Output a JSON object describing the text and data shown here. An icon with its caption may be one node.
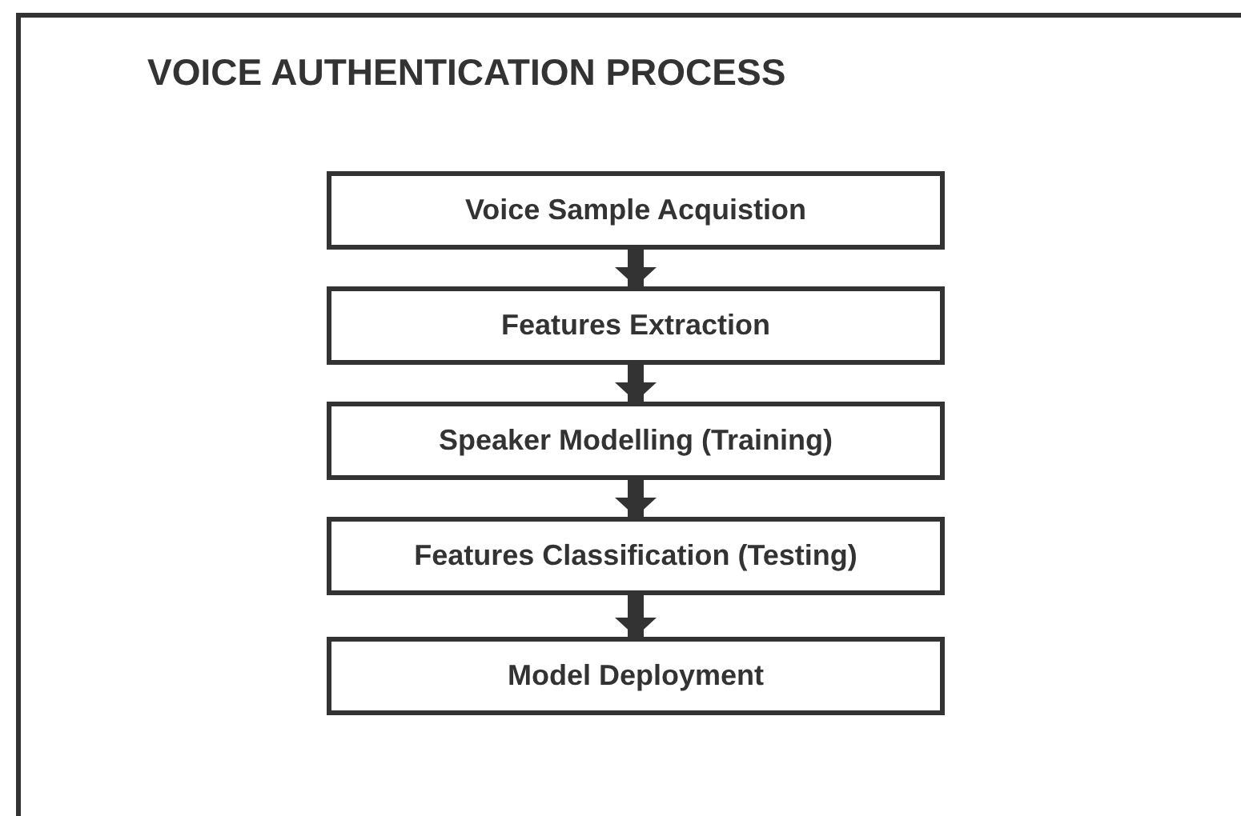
{
  "diagram": {
    "title": "VOICE AUTHENTICATION PROCESS",
    "nodes": [
      {
        "text": [
          "Voice Sample Acquistion"
        ]
      },
      {
        "text": [
          "Features Extraction"
        ]
      },
      {
        "text": [
          "Speaker Modelling (Training)"
        ]
      },
      {
        "text": [
          "Features Classification (Testing)"
        ]
      },
      {
        "text": [
          "Model Deployment"
        ]
      }
    ],
    "edges": [
      {
        "from": 0,
        "to": 1,
        "arrow": "to"
      },
      {
        "from": 1,
        "to": 2,
        "arrow": "to"
      },
      {
        "from": 2,
        "to": 3,
        "arrow": "to"
      },
      {
        "from": 3,
        "to": 4,
        "arrow": "to"
      }
    ]
  }
}
